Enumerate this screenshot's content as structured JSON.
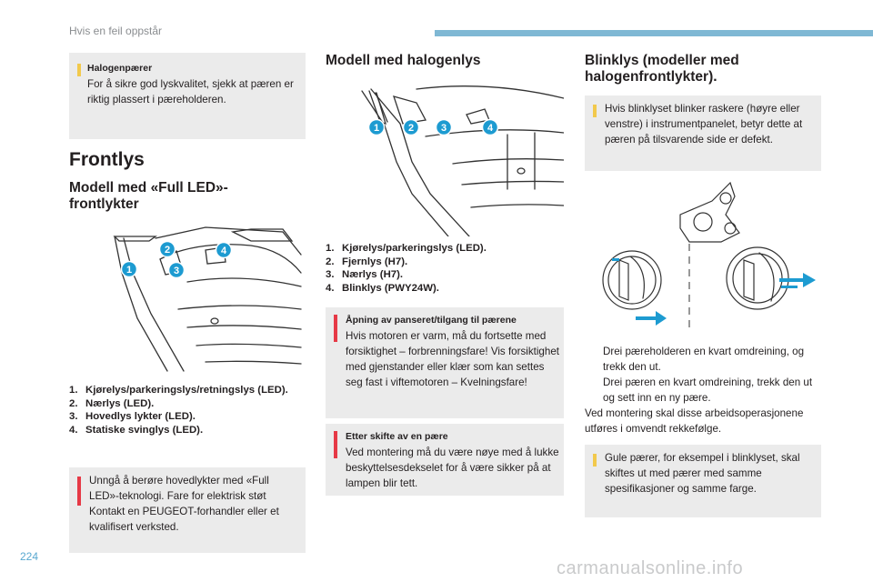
{
  "header": {
    "section": "Hvis en feil oppstår"
  },
  "page_number": "224",
  "watermark": "carmanualsonline.info",
  "col1": {
    "info_box": {
      "title": "Halogenpærer",
      "text": "For å sikre god lyskvalitet, sjekk at pæren er riktig plassert i pæreholderen."
    },
    "heading": "Frontlys",
    "subheading": "Modell med «Full LED»-frontlykter",
    "list": [
      {
        "num": "1.",
        "label": "Kjørelys/parkeringslys/retningslys (LED)."
      },
      {
        "num": "2.",
        "label": "Nærlys (LED)."
      },
      {
        "num": "3.",
        "label": "Hovedlys lykter (LED)."
      },
      {
        "num": "4.",
        "label": "Statiske svinglys (LED)."
      }
    ],
    "warning_box": {
      "text": "Unngå å berøre hovedlykter med «Full LED»-teknologi. Fare for elektrisk støt Kontakt en PEUGEOT-forhandler eller et kvalifisert verksted."
    }
  },
  "col2": {
    "subheading": "Modell med halogenlys",
    "list": [
      {
        "num": "1.",
        "label": "Kjørelys/parkeringslys (LED)."
      },
      {
        "num": "2.",
        "label": "Fjernlys (H7)."
      },
      {
        "num": "3.",
        "label": "Nærlys (H7)."
      },
      {
        "num": "4.",
        "label": "Blinklys (PWY24W)."
      }
    ],
    "warning_box1": {
      "title": "Åpning av panseret/tilgang til pærene",
      "text": "Hvis motoren er varm, må du fortsette med forsiktighet – forbrenningsfare! Vis forsiktighet med gjenstander eller klær som kan settes seg fast i viftemotoren – Kvelningsfare!"
    },
    "warning_box2": {
      "title": "Etter skifte av en pære",
      "text": "Ved montering må du være nøye med å lukke beskyttelsesdekselet for å være sikker på at lampen blir tett."
    }
  },
  "col3": {
    "subheading": "Blinklys (modeller med halogenfrontlykter).",
    "info_box1": {
      "text": "Hvis blinklyset blinker raskere (høyre eller venstre) i instrumentpanelet, betyr dette at pæren på tilsvarende side er defekt."
    },
    "steps": [
      {
        "bullet": "",
        "text": "Drei pæreholderen en kvart omdreining, og trekk den ut."
      },
      {
        "bullet": "",
        "text": "Drei pæren en kvart omdreining, trekk den ut og sett inn en ny pære."
      }
    ],
    "note": "Ved montering skal disse arbeidsoperasjonene utføres i omvendt rekkefølge.",
    "info_box2": {
      "text": "Gule pærer, for eksempel i blinklyset, skal skiftes ut med pærer med samme spesifikasjoner og samme farge."
    }
  },
  "callouts": [
    "1",
    "2",
    "3",
    "4"
  ],
  "colors": {
    "accent": "#1d9bd1",
    "box_bg": "#ebebeb",
    "info_marker": "#f2c94c",
    "warning_marker": "#e63946"
  }
}
